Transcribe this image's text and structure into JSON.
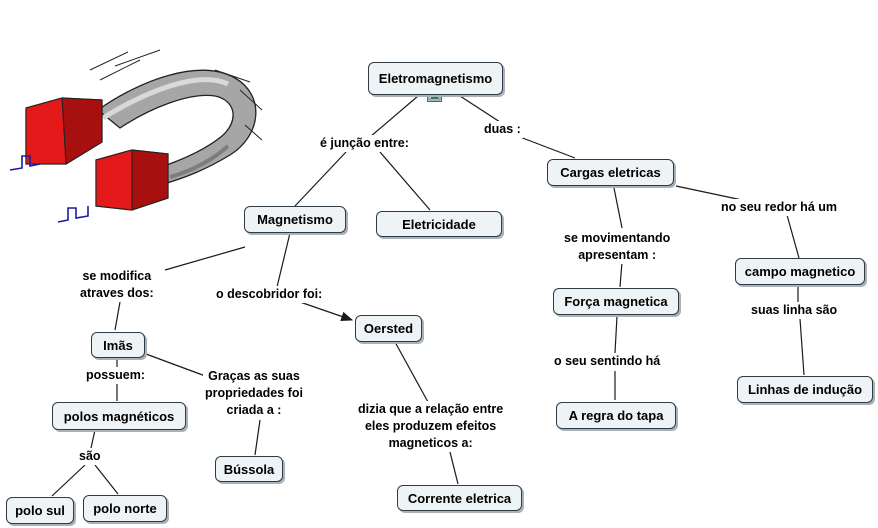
{
  "nodes": {
    "eletromagnetismo": "Eletromagnetismo",
    "magnetismo": "Magnetismo",
    "eletricidade": "Eletricidade",
    "cargas": "Cargas eletricas",
    "ima": "Imãs",
    "oersted": "Oersted",
    "forca": "Força magnetica",
    "campo": "campo magnetico",
    "polos": "polos magnéticos",
    "bussola": "Bússola",
    "regra": "A regra do tapa",
    "linhas": "Linhas de indução",
    "corrente": "Corrente eletrica",
    "polo_sul": "polo sul",
    "polo_norte": "polo norte"
  },
  "links": {
    "e_juncao": "é junção entre:",
    "duas": "duas :",
    "seu_redor": "no seu redor há um",
    "movimentando": "se movimentando\napresentam :",
    "modifica": "se modifica\natraves dos:",
    "descobridor": "o descobridor foi:",
    "sentindo": "o seu sentindo há",
    "suas_linha": "suas linha são",
    "possuem": "possuem:",
    "gracas": "Graças as suas\npropriedades foi\ncriada a :",
    "dizia": "dizia que a relação entre\neles produzem efeitos\nmagneticos a:",
    "sao": "são"
  },
  "colors": {
    "node_fill": "#eef3f6",
    "node_border": "#2f3b44",
    "line": "#1a1a1a",
    "magnet_red": "#e41a1a",
    "magnet_gray": "#a6a6a6",
    "field_blue": "#1a1aa8"
  },
  "icons": [
    "horseshoe-magnet-illustration",
    "image-attachment-icon"
  ]
}
